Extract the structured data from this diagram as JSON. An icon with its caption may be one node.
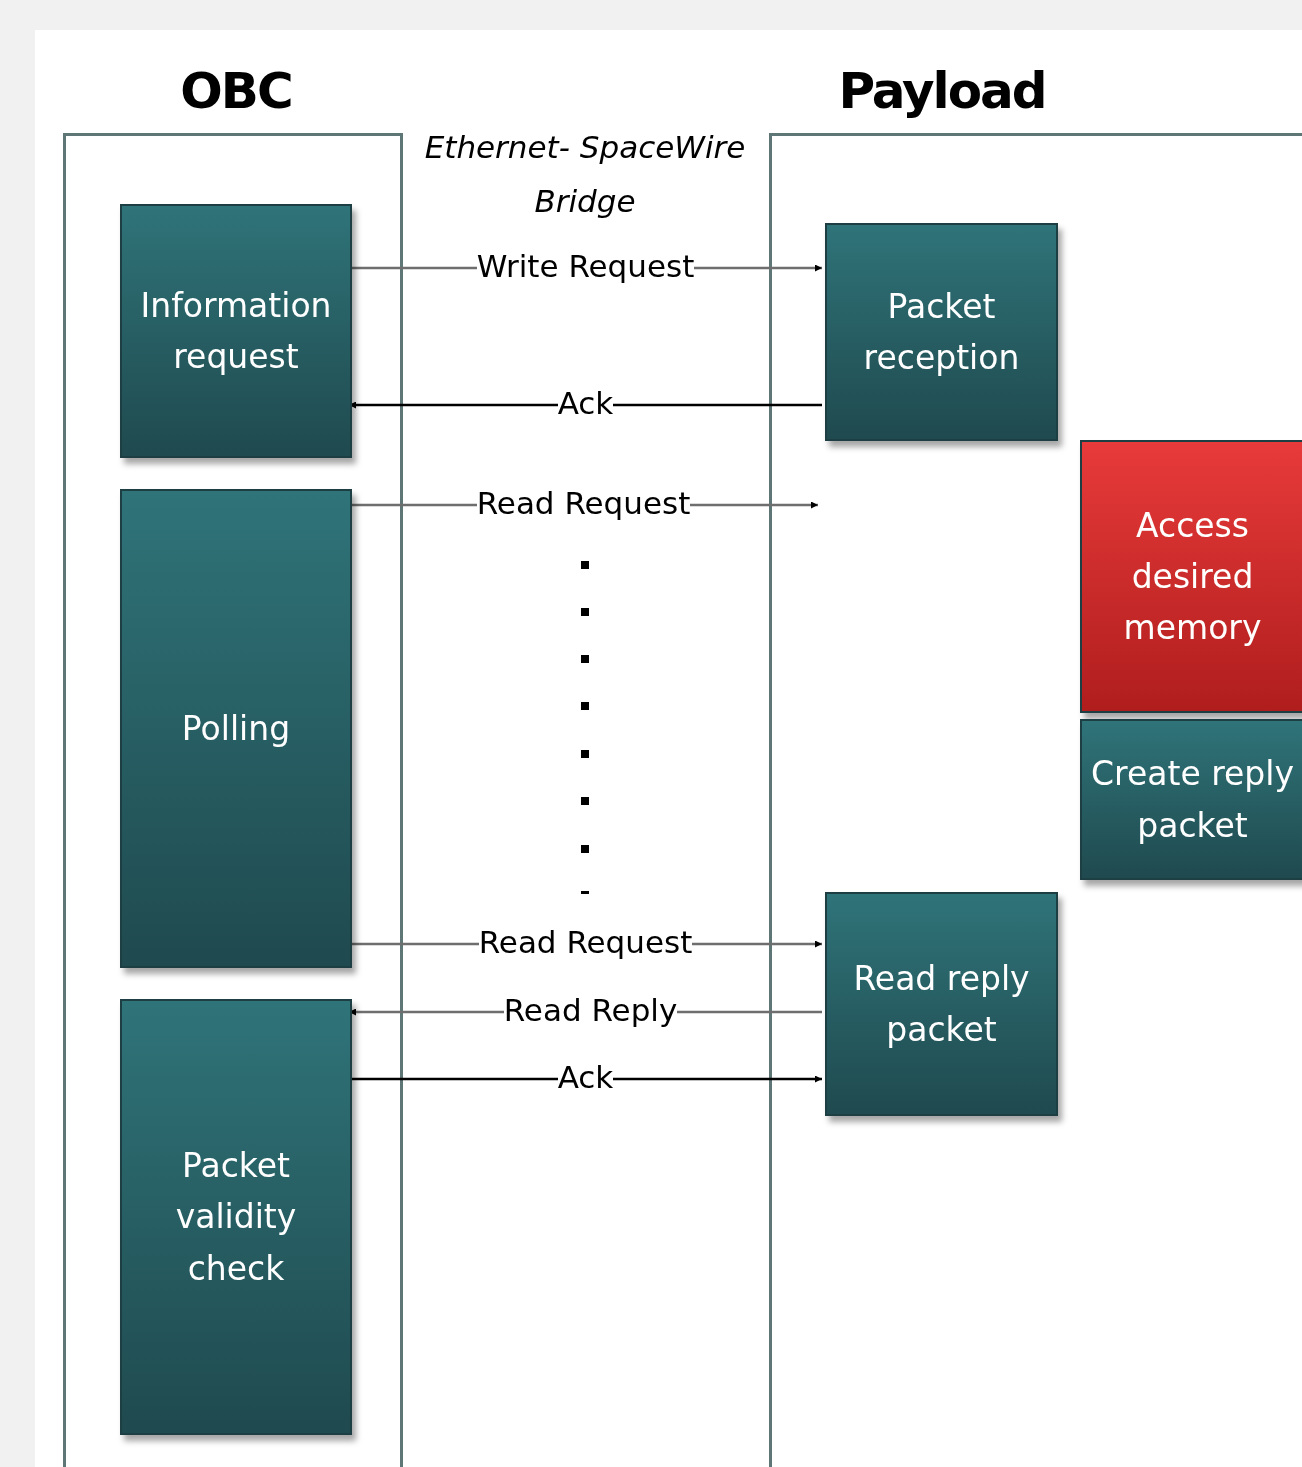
{
  "diagram": {
    "nodes": [
      {
        "text": [
          "OBC"
        ]
      },
      {
        "text": [
          "Payload"
        ]
      },
      {
        "text": [
          "Information request"
        ],
        "in": 0
      },
      {
        "text": [
          "Polling"
        ],
        "in": 0
      },
      {
        "text": [
          "Packet validity check"
        ],
        "in": 0
      },
      {
        "text": [
          "Packet reception"
        ],
        "in": 1
      },
      {
        "text": [
          "Access desired memory"
        ],
        "in": 1
      },
      {
        "text": [
          "Create reply packet"
        ],
        "in": 1
      },
      {
        "text": [
          "Read reply packet"
        ],
        "in": 1
      }
    ],
    "edges": [
      {
        "from": 2,
        "to": 5,
        "arrow": "to",
        "label": "Write Request"
      },
      {
        "from": 5,
        "to": 2,
        "arrow": "to",
        "label": "Ack",
        "color": "#000000"
      },
      {
        "from": 3,
        "to": null,
        "arrow": "to",
        "label": "Read Request"
      },
      {
        "from": 3,
        "to": 8,
        "arrow": "to",
        "label": "Read Request"
      },
      {
        "from": 8,
        "to": 4,
        "arrow": "to",
        "label": "Read Reply"
      },
      {
        "from": 4,
        "to": 8,
        "arrow": "to",
        "label": "Ack",
        "color": "#000000"
      }
    ],
    "labels": [
      "Ethernet- SpaceWire Bridge"
    ]
  }
}
